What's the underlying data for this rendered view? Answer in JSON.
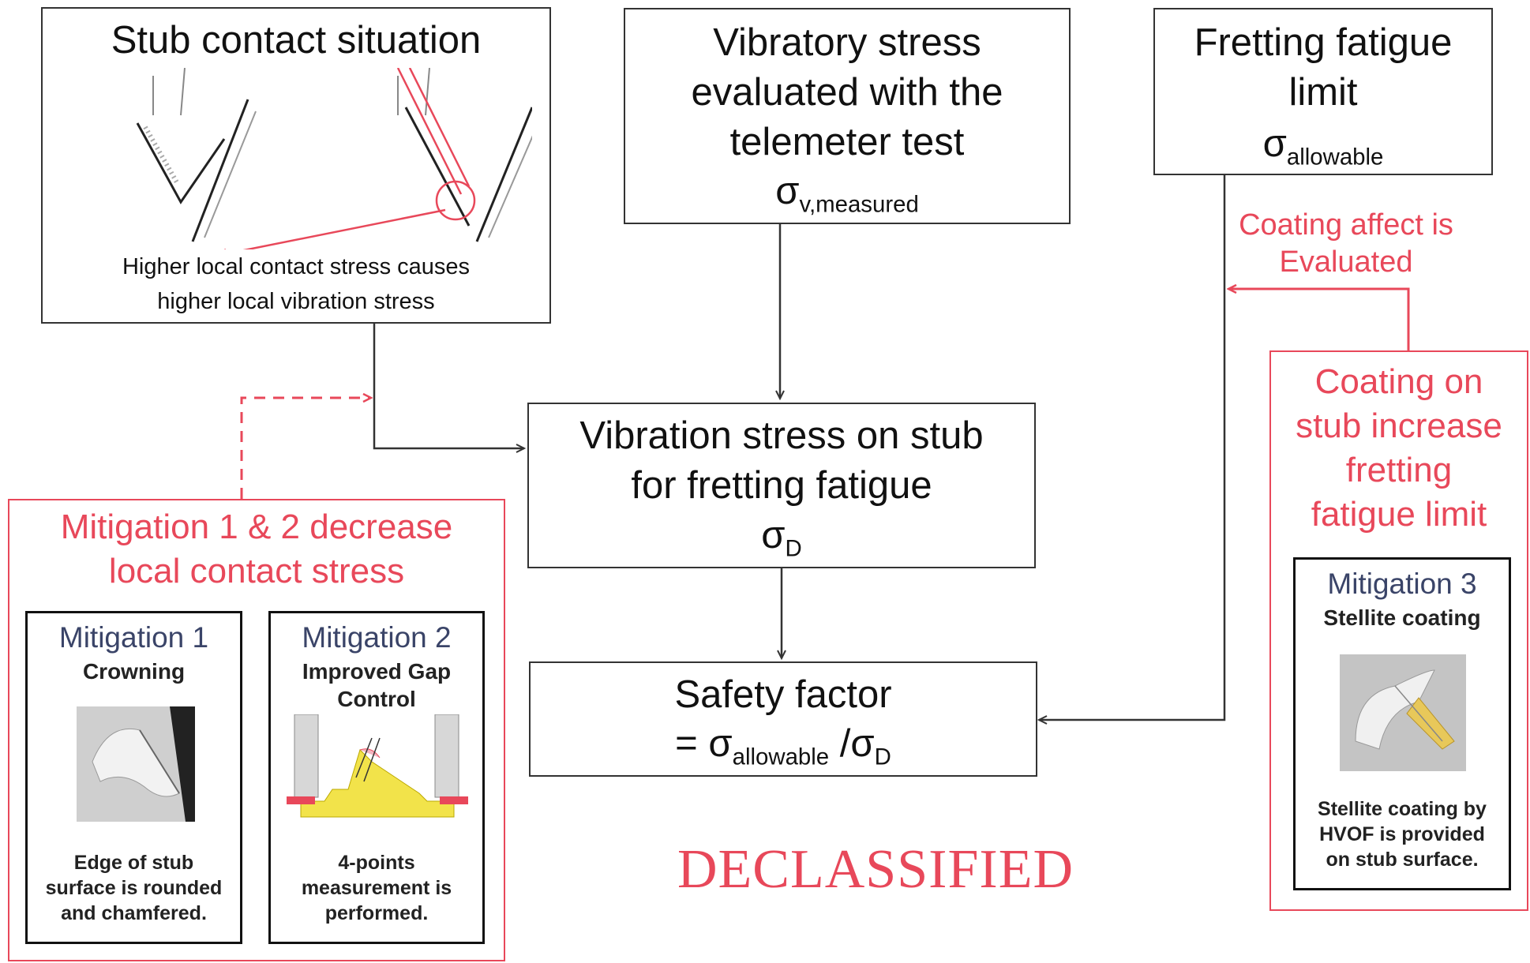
{
  "stub_contact": {
    "title": "Stub contact situation",
    "caption_line1": "Higher local contact stress causes",
    "caption_line2": "higher local vibration stress"
  },
  "vibratory": {
    "line1": "Vibratory stress",
    "line2": "evaluated with the",
    "line3": "telemeter test",
    "sigma": "σ",
    "sigma_sub": "v,measured"
  },
  "fretting_limit": {
    "line1": "Fretting fatigue",
    "line2": "limit",
    "sigma": "σ",
    "sigma_sub": "allowable"
  },
  "coating_affect": {
    "line1": "Coating affect is",
    "line2": "Evaluated"
  },
  "vibration_stub": {
    "line1": "Vibration stress on stub",
    "line2": "for fretting fatigue",
    "sigma": "σ",
    "sigma_sub": "D"
  },
  "safety_factor": {
    "title": "Safety factor",
    "eq_prefix": "= σ",
    "eq_sub1": "allowable",
    "eq_mid": " /σ",
    "eq_sub2": "D"
  },
  "mitigation_group": {
    "line1": "Mitigation 1 & 2 decrease",
    "line2": "local contact stress"
  },
  "mitigation1": {
    "title": "Mitigation 1",
    "subtitle": "Crowning",
    "desc1": "Edge of stub",
    "desc2": "surface is rounded",
    "desc3": "and chamfered."
  },
  "mitigation2": {
    "title": "Mitigation 2",
    "subtitle1": "Improved Gap",
    "subtitle2": "Control",
    "desc1": "4-points",
    "desc2": "measurement is",
    "desc3": "performed."
  },
  "coating_group": {
    "line1": "Coating on",
    "line2": "stub increase",
    "line3": "fretting",
    "line4": "fatigue limit"
  },
  "mitigation3": {
    "title": "Mitigation 3",
    "subtitle": "Stellite coating",
    "desc1": "Stellite coating by",
    "desc2": "HVOF is provided",
    "desc3": "on stub surface."
  },
  "stamp": "DECLASSIFIED",
  "colors": {
    "accent_red": "#e8485a",
    "line_dark": "#333333",
    "mitigation_title": "#3a4468"
  }
}
